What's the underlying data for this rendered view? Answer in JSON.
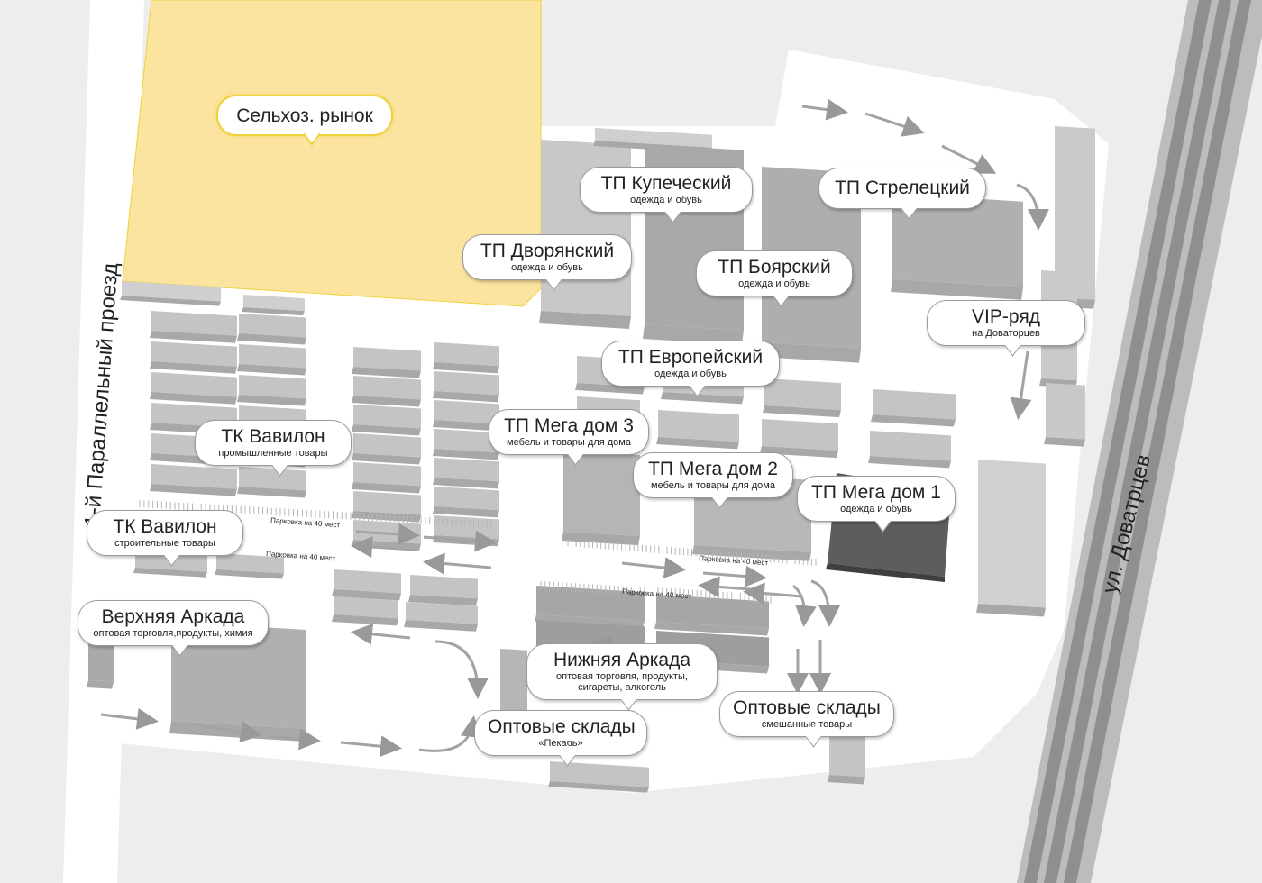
{
  "roads": {
    "left": "1-й Параллельный проезд",
    "right": "ул. Доватрцев"
  },
  "parking": [
    "Парковка на 40 мест",
    "Парковка на 40 мест",
    "Парковка на 40 мест",
    "Парковка на 40 мест"
  ],
  "callouts": {
    "selkhoz": {
      "title": "Сельхоз. рынок",
      "sub": ""
    },
    "kupechesky": {
      "title": "ТП Купеческий",
      "sub": "одежда и обувь"
    },
    "streletsky": {
      "title": "ТП Стрелецкий",
      "sub": ""
    },
    "dvoryansky": {
      "title": "ТП Дворянский",
      "sub": "одежда и обувь"
    },
    "boyarsky": {
      "title": "ТП Боярский",
      "sub": "одежда и обувь"
    },
    "vip": {
      "title": "VIP-ряд",
      "sub": "на Доваторцев"
    },
    "evropeysky": {
      "title": "ТП Европейский",
      "sub": "одежда и обувь"
    },
    "megadom3": {
      "title": "ТП Мега дом 3",
      "sub": "мебель и товары для дома"
    },
    "megadom2": {
      "title": "ТП Мега дом 2",
      "sub": "мебель и товары для дома"
    },
    "megadom1": {
      "title": "ТП Мега дом 1",
      "sub": "одежда и обувь"
    },
    "vavilon_prom": {
      "title": "ТК Вавилон",
      "sub": "промышленные товары"
    },
    "vavilon_stroy": {
      "title": "ТК Вавилон",
      "sub": "строительные товары"
    },
    "verkh_arkada": {
      "title": "Верхняя Аркада",
      "sub": "оптовая торговля,продукты, химия"
    },
    "nizh_arkada": {
      "title": "Нижняя Аркада",
      "sub": "оптовая торговля, продукты, сигареты, алкоголь"
    },
    "sklady_pekar": {
      "title": "Оптовые склады",
      "sub": "«Пекарь»"
    },
    "sklady_mix": {
      "title": "Оптовые склады",
      "sub": "смешанные товары"
    }
  },
  "colors": {
    "background": "#ededed",
    "market_area": "#fbe3a0",
    "building": "#bdbdbd",
    "building_dark": "#9e9e9e",
    "highlight_building": "#5d5d5d",
    "road": "#9a9a9a",
    "callout_yellow_border": "#f0d23a"
  }
}
